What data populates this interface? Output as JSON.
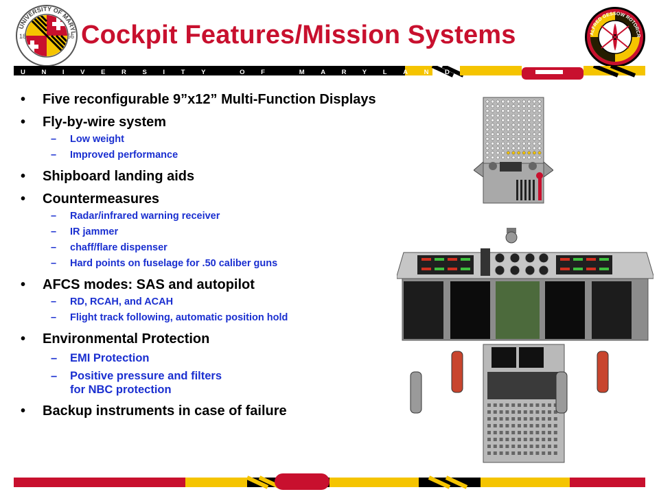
{
  "title": "Cockpit Features/Mission Systems",
  "university_band": "UNIVERSITY OF MARYLAND",
  "logos": {
    "left": {
      "ring_text": "UNIVERSITY OF MARYLAND",
      "year_left": "18",
      "year_right": "56"
    },
    "right": {
      "ring_text": "ALFRED GESSOW ROTORCRAFT CENTER"
    }
  },
  "bullets": [
    {
      "text": "Five reconfigurable 9”x12” Multi-Function Displays",
      "sub": []
    },
    {
      "text": "Fly-by-wire system",
      "sub": [
        "Low weight",
        "Improved performance"
      ]
    },
    {
      "text": "Shipboard landing aids",
      "sub": []
    },
    {
      "text": "Countermeasures",
      "sub": [
        "Radar/infrared warning receiver",
        "IR jammer",
        "chaff/flare dispenser",
        "Hard points on fuselage for .50 caliber guns"
      ]
    },
    {
      "text": "AFCS modes: SAS and autopilot",
      "sub": [
        "RD, RCAH, and ACAH",
        "Flight track following, automatic position hold"
      ]
    },
    {
      "text": "Environmental Protection",
      "sub": [
        "EMI Protection",
        "Positive pressure and filters\nfor NBC protection"
      ]
    },
    {
      "text": "Backup instruments in case of failure",
      "sub": []
    }
  ],
  "bullet_symbol": "•",
  "dash_symbol": "–",
  "colors": {
    "title_red": "#c8102e",
    "subbullet_blue": "#1a2fd0",
    "maryland_gold": "#f5c400",
    "band_black": "#000000"
  }
}
